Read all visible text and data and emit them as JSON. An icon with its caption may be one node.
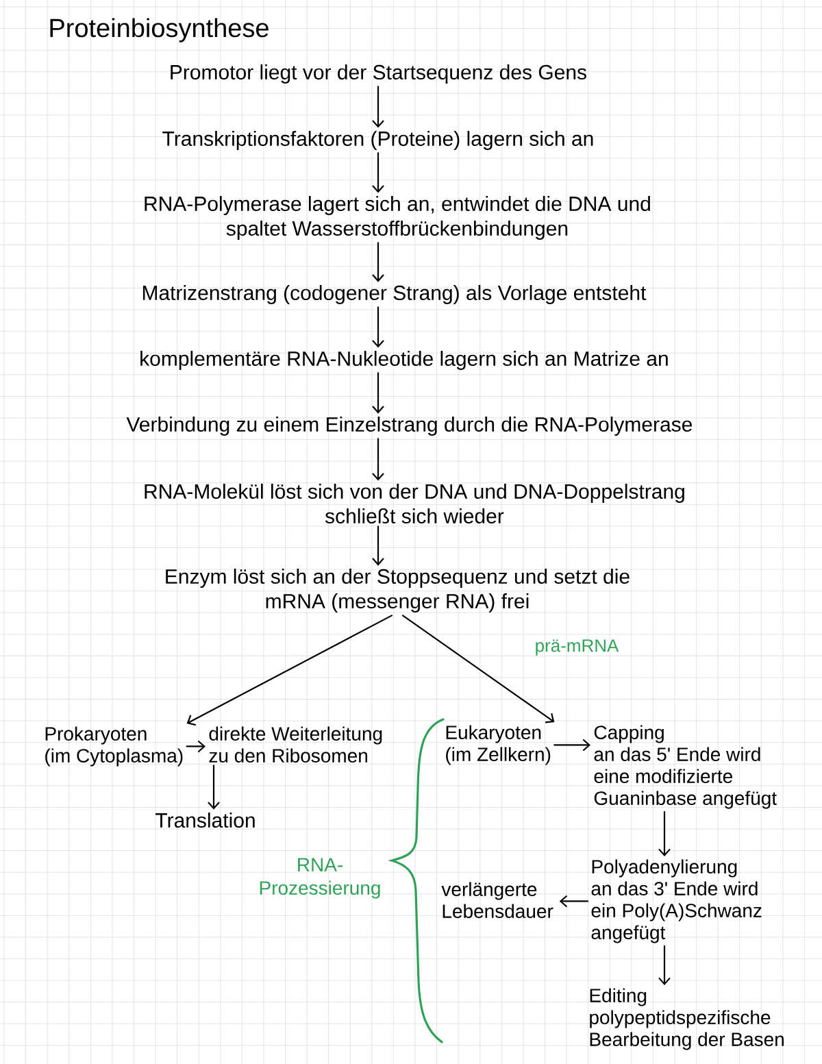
{
  "diagram": {
    "title": "Proteinbiosynthese",
    "nodes": [
      {
        "text": [
          "Promotor liegt vor der Startsequenz des Gens"
        ]
      },
      {
        "text": [
          "Transkriptionsfaktoren (Proteine) lagern sich an"
        ]
      },
      {
        "text": [
          "RNA-Polymerase lagert sich an, entwindet die DNA und spaltet Wasserstoffbrückenbindungen"
        ]
      },
      {
        "text": [
          "Matrizenstrang (codogener Strang) als Vorlage entsteht"
        ]
      },
      {
        "text": [
          "komplementäre RNA-Nukleotide lagern sich an Matrize an"
        ]
      },
      {
        "text": [
          "Verbindung zu einem Einzelstrang durch die RNA-Polymerase"
        ]
      },
      {
        "text": [
          "RNA-Molekül löst sich von der DNA und DNA-Doppelstrang schließt sich wieder"
        ]
      },
      {
        "text": [
          "Enzym löst sich an der Stoppsequenz und setzt die mRNA (messenger RNA) frei"
        ]
      },
      {
        "text": [
          "Prokaryoten",
          "(im Cytoplasma)"
        ]
      },
      {
        "text": [
          "direkte Weiterleitung zu den Ribosomen"
        ]
      },
      {
        "text": [
          "Translation"
        ]
      },
      {
        "text": [
          "Eukaryoten",
          "(im Zellkern)"
        ]
      },
      {
        "text": [
          "Capping",
          "an das 5' Ende wird eine modifizierte Guaninbase angefügt"
        ]
      },
      {
        "text": [
          "Polyadenylierung",
          "an das 3' Ende wird ein Poly(A)Schwanz angefügt"
        ]
      },
      {
        "text": [
          "verlängerte Lebensdauer"
        ]
      },
      {
        "text": [
          "Editing",
          "polypeptidspezifische Bearbeitung der Basen"
        ]
      }
    ],
    "edges": [
      {
        "from": 0,
        "to": 1,
        "arrow": "to"
      },
      {
        "from": 1,
        "to": 2,
        "arrow": "to"
      },
      {
        "from": 2,
        "to": 3,
        "arrow": "to"
      },
      {
        "from": 3,
        "to": 4,
        "arrow": "to"
      },
      {
        "from": 4,
        "to": 5,
        "arrow": "to"
      },
      {
        "from": 5,
        "to": 6,
        "arrow": "to"
      },
      {
        "from": 6,
        "to": 7,
        "arrow": "to"
      },
      {
        "from": 7,
        "to": 8,
        "arrow": "to"
      },
      {
        "from": 7,
        "to": 11,
        "arrow": "to",
        "label": "prä-mRNA"
      },
      {
        "from": 8,
        "to": 9,
        "arrow": "to"
      },
      {
        "from": 9,
        "to": 10,
        "arrow": "to"
      },
      {
        "from": 11,
        "to": 12,
        "arrow": "to"
      },
      {
        "from": 12,
        "to": 13,
        "arrow": "to"
      },
      {
        "from": 13,
        "to": 14,
        "arrow": "to"
      },
      {
        "from": 13,
        "to": 15,
        "arrow": "to"
      }
    ],
    "labels": [
      "RNA- Prozessierung"
    ]
  }
}
